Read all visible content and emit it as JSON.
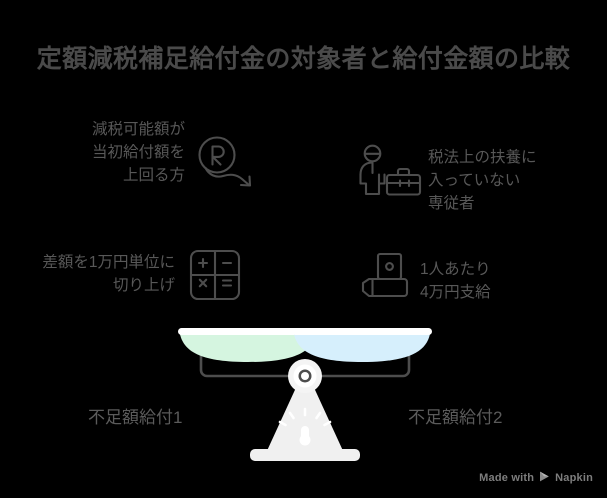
{
  "title": "定額減税補足給付金の対象者と給付金額の比較",
  "blocks": {
    "top_left": {
      "text": "減税可能額が\n当初給付額を\n上回る方",
      "icon": "registered-r-arrow-icon"
    },
    "top_right": {
      "text": "税法上の扶養に\n入っていない\n専従者",
      "icon": "person-briefcase-icon"
    },
    "bottom_left": {
      "text": "差額を1万円単位に\n切り上げ",
      "icon": "calculator-icon",
      "calculator_keys": [
        "+",
        "−",
        "×",
        "="
      ]
    },
    "bottom_right": {
      "text": "1人あたり\n4万円支給",
      "icon": "hand-cash-icon"
    }
  },
  "scale": {
    "left_pan_label": "不足額給付1",
    "right_pan_label": "不足額給付2",
    "left_pan_color": "#d5f5e0",
    "right_pan_color": "#d6effc",
    "beam_color": "#4d4d4d",
    "pedestal_color": "#f0f0f0",
    "icon": "balance-scale-icon"
  },
  "watermark": {
    "prefix": "Made with",
    "brand": "Napkin",
    "icon": "napkin-logo-icon"
  },
  "colors": {
    "background": "#000000",
    "title": "#4a4a4a",
    "body_text": "#585858",
    "icon_stroke": "#4d4d4d",
    "accent_green": "#d5f5e0",
    "accent_blue": "#d6effc"
  }
}
